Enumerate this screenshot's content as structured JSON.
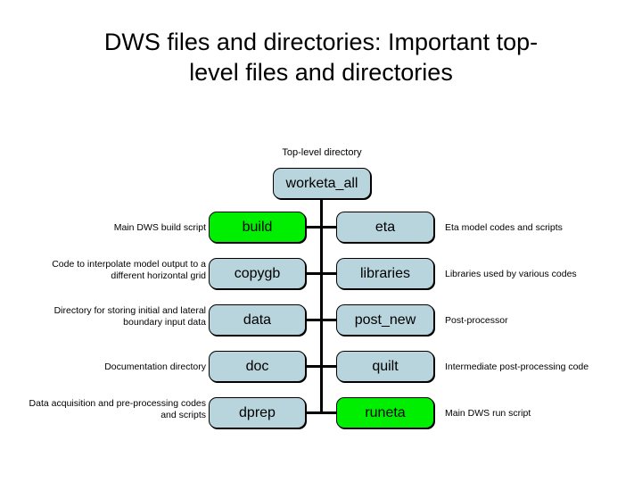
{
  "slide": {
    "title": "DWS files and directories: Important top-level files and directories",
    "title_line1": "DWS files and directories: Important top-",
    "title_line2": "level files and directories"
  },
  "colors": {
    "highlight": "#00ee00",
    "node": "#b8d4dc",
    "line": "#000000",
    "text": "#000000",
    "background": "#ffffff"
  },
  "diagram": {
    "type": "tree",
    "root_caption": "Top-level directory",
    "root": {
      "label": "worketa_all",
      "highlighted": false
    },
    "rows": [
      {
        "left_desc": "Main DWS build script",
        "left_node": "build",
        "left_highlighted": true,
        "right_node": "eta",
        "right_highlighted": false,
        "right_desc": "Eta model codes and scripts"
      },
      {
        "left_desc": "Code to interpolate model output to a different horizontal grid",
        "left_node": "copygb",
        "left_highlighted": false,
        "right_node": "libraries",
        "right_highlighted": false,
        "right_desc": "Libraries used by various codes"
      },
      {
        "left_desc": "Directory for storing initial and lateral boundary input data",
        "left_node": "data",
        "left_highlighted": false,
        "right_node": "post_new",
        "right_highlighted": false,
        "right_desc": "Post-processor"
      },
      {
        "left_desc": "Documentation directory",
        "left_node": "doc",
        "left_highlighted": false,
        "right_node": "quilt",
        "right_highlighted": false,
        "right_desc": "Intermediate post-processing code"
      },
      {
        "left_desc": "Data acquisition and pre-processing codes and scripts",
        "left_node": "dprep",
        "left_highlighted": false,
        "right_node": "runeta",
        "right_highlighted": true,
        "right_desc": "Main DWS run script"
      }
    ]
  }
}
